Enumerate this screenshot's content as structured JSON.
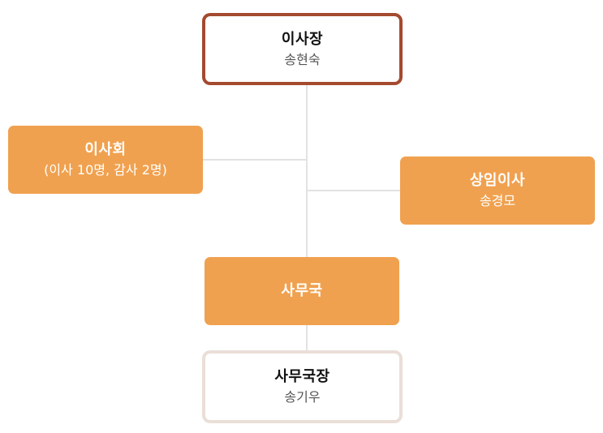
{
  "org_chart": {
    "chairman": {
      "title": "이사장",
      "name": "송현숙"
    },
    "board": {
      "title": "이사회",
      "detail": "(이사 10명, 감사 2명)"
    },
    "executive_director": {
      "title": "상임이사",
      "name": "송경모"
    },
    "secretariat": {
      "title": "사무국"
    },
    "secretary_general": {
      "title": "사무국장",
      "name": "송기우"
    }
  },
  "colors": {
    "chairman_border": "#a44a2f",
    "node_fill": "#f0a14f",
    "secretary_border": "#eadfd8",
    "connector": "#e2e2e2"
  }
}
